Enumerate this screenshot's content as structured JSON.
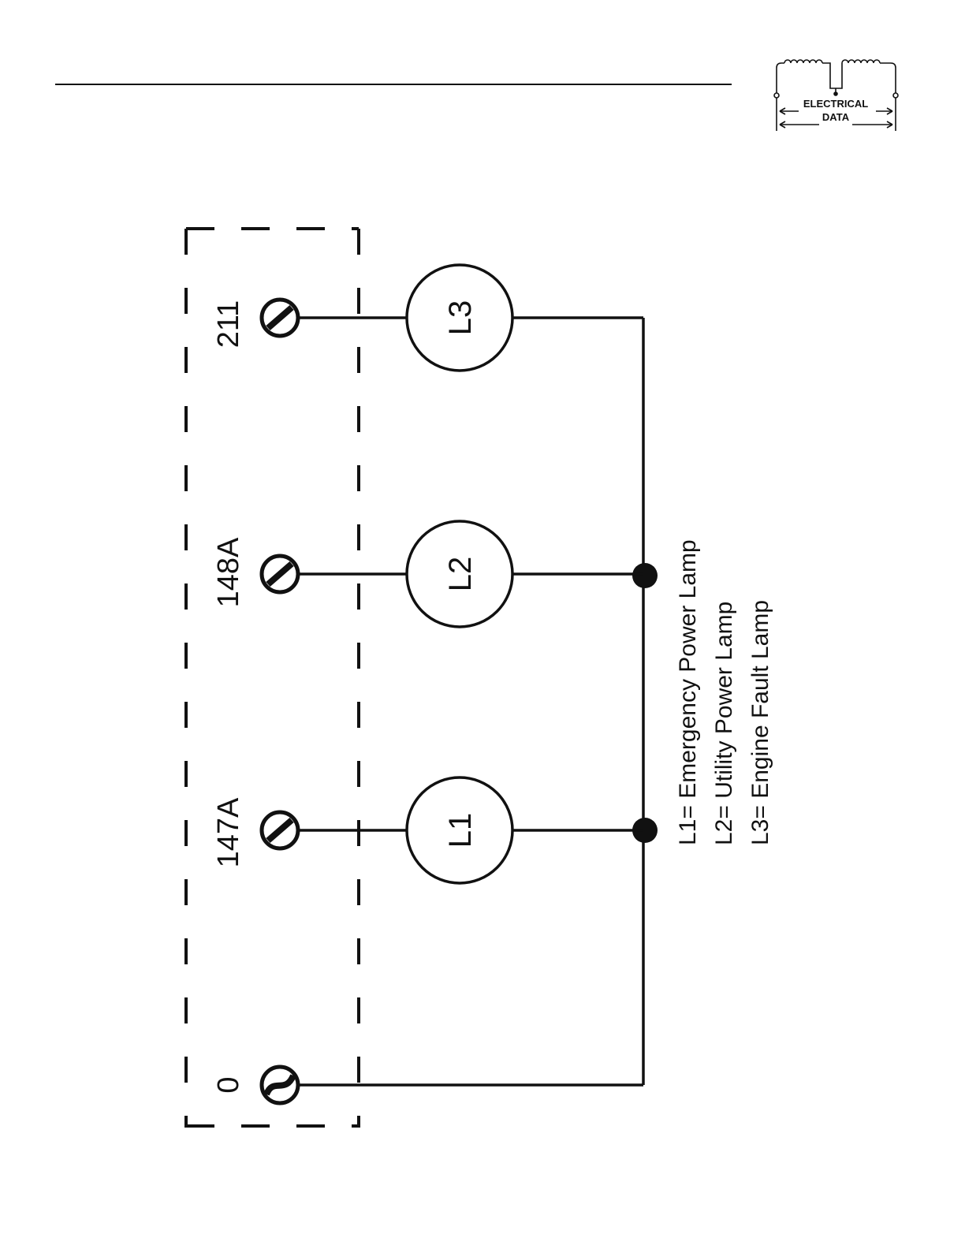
{
  "header": {
    "logo_text": [
      "ELECTRICAL",
      "DATA"
    ]
  },
  "diagram": {
    "terminals": [
      {
        "id": "0",
        "label": "0"
      },
      {
        "id": "147A",
        "label": "147A"
      },
      {
        "id": "148A",
        "label": "148A"
      },
      {
        "id": "211",
        "label": "211"
      }
    ],
    "lamps": [
      {
        "id": "L1",
        "label": "L1",
        "terminal": "147A"
      },
      {
        "id": "L2",
        "label": "L2",
        "terminal": "148A"
      },
      {
        "id": "L3",
        "label": "L3",
        "terminal": "211"
      }
    ],
    "legend": [
      "L1= Emergency Power Lamp",
      "L2= Utility Power Lamp",
      "L3= Engine Fault Lamp"
    ]
  },
  "colors": {
    "ink": "#111111",
    "paper": "#ffffff"
  }
}
